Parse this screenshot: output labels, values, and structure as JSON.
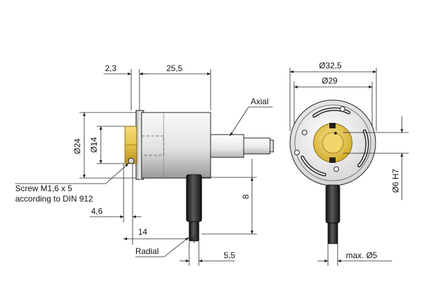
{
  "labels": {
    "dim_2_3": "2,3",
    "dim_25_5": "25,5",
    "axial": "Axial",
    "dia_24": "Ø24",
    "dia_14": "Ø14",
    "screw_line1": "Screw M1,6 x 5",
    "screw_line2": "according to DIN 912",
    "dim_4_6": "4,6",
    "dim_14": "14",
    "radial": "Radial",
    "dim_5_5": "5,5",
    "dim_8": "8",
    "dia_32_5": "Ø32,5",
    "dia_29": "Ø29",
    "dia_6_h7": "Ø6 H7",
    "max_dia_5": "max. Ø5"
  },
  "colors": {
    "body_light": "#f2f2f2",
    "body_dark": "#9a9a9a",
    "brass": "#e6c34a",
    "brass_dark": "#b89020",
    "cable": "#222222",
    "line": "#222222"
  }
}
